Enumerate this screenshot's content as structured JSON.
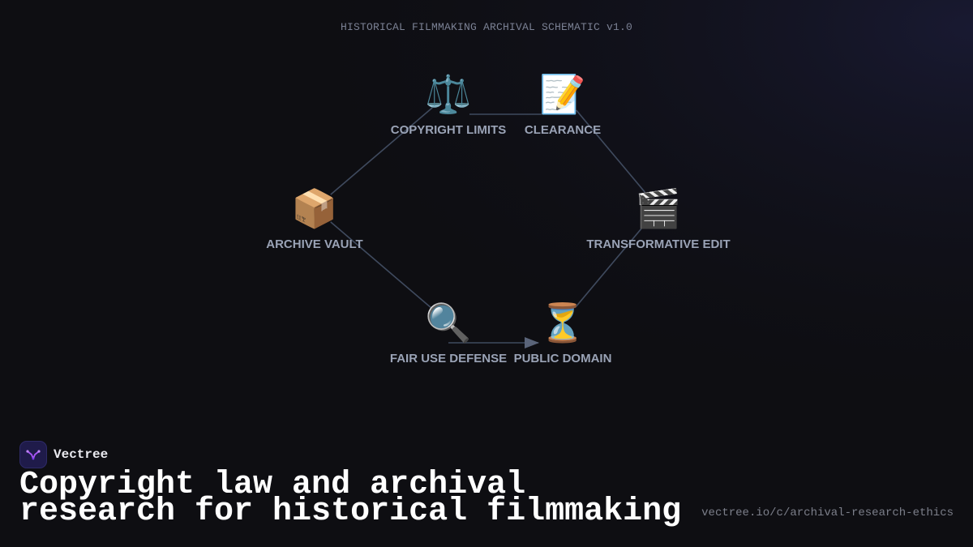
{
  "header": {
    "schematic_title": "HISTORICAL FILMMAKING ARCHIVAL SCHEMATIC v1.0"
  },
  "diagram": {
    "nodes": [
      {
        "id": "copyright-limits",
        "icon": "⚖️",
        "icon_name": "scales-icon",
        "label": "COPYRIGHT LIMITS"
      },
      {
        "id": "clearance",
        "icon": "📝",
        "icon_name": "memo-icon",
        "label": "CLEARANCE"
      },
      {
        "id": "archive-vault",
        "icon": "📦",
        "icon_name": "package-icon",
        "label": "ARCHIVE VAULT"
      },
      {
        "id": "transformative-edit",
        "icon": "🎬",
        "icon_name": "clapperboard-icon",
        "label": "TRANSFORMATIVE EDIT"
      },
      {
        "id": "fair-use-defense",
        "icon": "🔍",
        "icon_name": "magnifier-icon",
        "label": "FAIR USE DEFENSE"
      },
      {
        "id": "public-domain",
        "icon": "⏳",
        "icon_name": "hourglass-icon",
        "label": "PUBLIC DOMAIN"
      }
    ],
    "edges": [
      {
        "from": "copyright-limits",
        "to": "clearance",
        "arrow": false
      },
      {
        "from": "clearance",
        "to": "transformative-edit",
        "arrow": false
      },
      {
        "from": "transformative-edit",
        "to": "public-domain",
        "arrow": false
      },
      {
        "from": "fair-use-defense",
        "to": "public-domain",
        "arrow": true
      },
      {
        "from": "archive-vault",
        "to": "fair-use-defense",
        "arrow": false
      },
      {
        "from": "archive-vault",
        "to": "copyright-limits",
        "arrow": false
      }
    ]
  },
  "footer": {
    "brand_name": "Vectree",
    "brand_icon": "vectree-logo-icon",
    "headline": "Copyright law and archival research for historical filmmaking",
    "url": "vectree.io/c/archival-research-ethics"
  },
  "colors": {
    "background": "#0e0e12",
    "edge": "#3f4a5e",
    "label": "#9aa3b6",
    "brand_accent": "#8b5cf6"
  }
}
